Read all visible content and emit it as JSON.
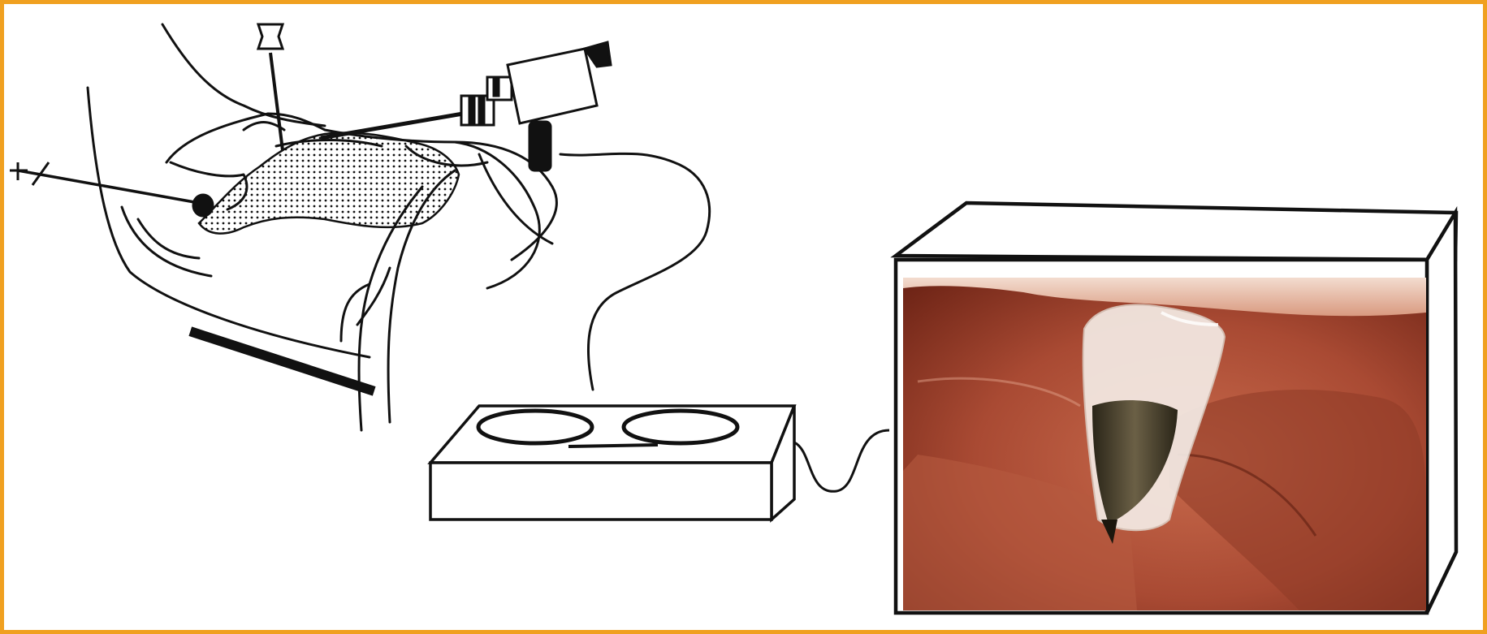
{
  "figure": {
    "border_color": "#f0a020",
    "line_color": "#111111",
    "screen_colors": {
      "tissue_dark": "#7a2a1c",
      "tissue_mid": "#b8523a",
      "tissue_light": "#d98a6a",
      "membrane": "#f2e6df",
      "instrument": "#3a3426"
    },
    "components": [
      {
        "id": "patient-silhouette",
        "icon": "patient-lithotomy-icon"
      },
      {
        "id": "grasping-forceps",
        "icon": "forceps-icon"
      },
      {
        "id": "uterine-manipulator",
        "icon": "manipulator-icon"
      },
      {
        "id": "endoscope-camera",
        "icon": "camera-icon"
      },
      {
        "id": "light-source-unit",
        "icon": "light-source-icon"
      },
      {
        "id": "video-monitor",
        "icon": "monitor-icon"
      }
    ]
  }
}
